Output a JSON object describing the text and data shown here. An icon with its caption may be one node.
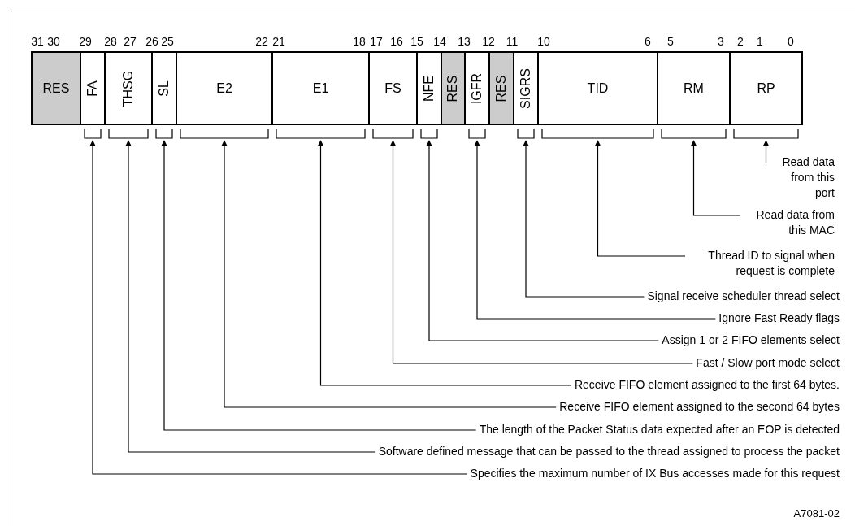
{
  "diagram": {
    "nodes": [
      {
        "text": [
          "RES"
        ]
      },
      {
        "text": [
          "FA"
        ]
      },
      {
        "text": [
          "THSG"
        ]
      },
      {
        "text": [
          "SL"
        ]
      },
      {
        "text": [
          "E2"
        ]
      },
      {
        "text": [
          "E1"
        ]
      },
      {
        "text": [
          "FS"
        ]
      },
      {
        "text": [
          "NFE"
        ]
      },
      {
        "text": [
          "RES"
        ]
      },
      {
        "text": [
          "IGFR"
        ]
      },
      {
        "text": [
          "RES"
        ]
      },
      {
        "text": [
          "SIGRS"
        ]
      },
      {
        "text": [
          "TID"
        ]
      },
      {
        "text": [
          "RM"
        ]
      },
      {
        "text": [
          "RP"
        ]
      },
      {
        "text": [
          "Read data from this port"
        ]
      },
      {
        "text": [
          "Read data from this MAC"
        ]
      },
      {
        "text": [
          "Thread ID to signal when request is complete"
        ]
      },
      {
        "text": [
          "Signal receive scheduler thread select"
        ]
      },
      {
        "text": [
          "Ignore Fast Ready flags"
        ]
      },
      {
        "text": [
          "Assign 1 or 2 FIFO elements select"
        ]
      },
      {
        "text": [
          "Fast / Slow port mode select"
        ]
      },
      {
        "text": [
          "Receive FIFO element assigned to the first 64 bytes."
        ]
      },
      {
        "text": [
          "Receive FIFO element assigned to the second 64 bytes"
        ]
      },
      {
        "text": [
          "The length of the Packet Status data expected after an EOP is detected"
        ]
      },
      {
        "text": [
          "Software defined message that can be passed to the thread assigned to process the packet"
        ]
      },
      {
        "text": [
          "Specifies the maximum number of IX Bus accesses made for this request"
        ]
      }
    ],
    "edges": [
      {
        "from": 15,
        "to": 14,
        "arrow": "to"
      },
      {
        "from": 16,
        "to": 13,
        "arrow": "to"
      },
      {
        "from": 17,
        "to": 12,
        "arrow": "to"
      },
      {
        "from": 18,
        "to": 11,
        "arrow": "to"
      },
      {
        "from": 19,
        "to": 9,
        "arrow": "to"
      },
      {
        "from": 20,
        "to": 7,
        "arrow": "to"
      },
      {
        "from": 21,
        "to": 6,
        "arrow": "to"
      },
      {
        "from": 22,
        "to": 5,
        "arrow": "to"
      },
      {
        "from": 23,
        "to": 4,
        "arrow": "to"
      },
      {
        "from": 24,
        "to": 3,
        "arrow": "to"
      },
      {
        "from": 25,
        "to": 2,
        "arrow": "to"
      },
      {
        "from": 26,
        "to": 1,
        "arrow": "to"
      }
    ],
    "labels": [
      "31",
      "30",
      "29",
      "28",
      "27",
      "26",
      "25",
      "22",
      "21",
      "18",
      "17",
      "16",
      "15",
      "14",
      "13",
      "12",
      "11",
      "10",
      "6",
      "5",
      "3",
      "2",
      "1",
      "0",
      "A7081-02"
    ]
  }
}
